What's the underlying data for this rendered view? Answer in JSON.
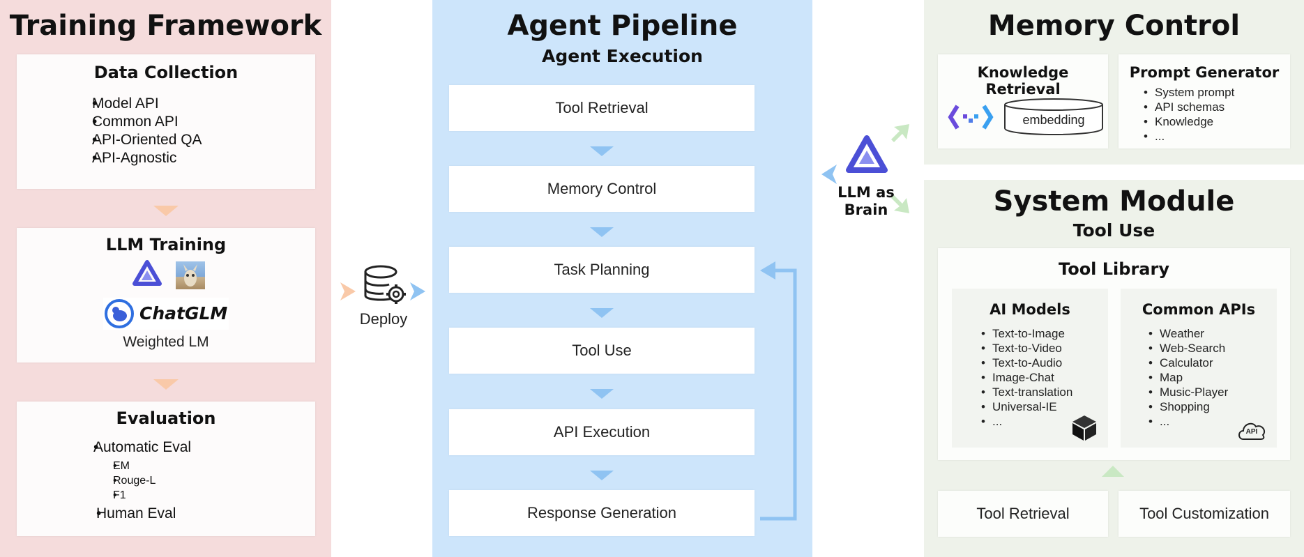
{
  "colors": {
    "training_bg": "#f5dcdc",
    "pipeline_bg": "#cde5fb",
    "memory_bg": "#eef2ea",
    "accent_blue": "#8fc3f2",
    "accent_orange": "#f9c9a8",
    "accent_green": "#c9e8c3"
  },
  "training": {
    "title": "Training Framework",
    "data_collection": {
      "title": "Data Collection",
      "items": [
        "Model API",
        "Common API",
        "API-Oriented QA",
        "API-Agnostic"
      ]
    },
    "llm_training": {
      "title": "LLM Training",
      "chatglm_logo": "ChatGLM",
      "caption": "Weighted LM",
      "icons": [
        "qwen-logo-icon",
        "llama-image-icon",
        "chatglm-logo-icon"
      ]
    },
    "evaluation": {
      "title": "Evaluation",
      "auto": "Automatic Eval",
      "auto_items": [
        "EM",
        "Rouge-L",
        "F1"
      ],
      "human": "Human Eval"
    }
  },
  "deploy": {
    "label": "Deploy",
    "icon": "database-gear-icon"
  },
  "pipeline": {
    "title": "Agent Pipeline",
    "subtitle": "Agent Execution",
    "steps": [
      "Tool Retrieval",
      "Memory Control",
      "Task Planning",
      "Tool Use",
      "API Execution",
      "Response Generation"
    ]
  },
  "brain": {
    "label_line1": "LLM as",
    "label_line2": "Brain",
    "icon": "qwen-logo-icon"
  },
  "memory": {
    "title": "Memory Control",
    "knowledge": {
      "title": "Knowledge Retrieval",
      "embedding": "embedding",
      "icon": "retrieval-brackets-icon"
    },
    "prompt": {
      "title": "Prompt Generator",
      "items": [
        "System prompt",
        "API schemas",
        "Knowledge",
        "..."
      ]
    }
  },
  "system": {
    "title": "System Module",
    "subtitle": "Tool Use",
    "library_title": "Tool Library",
    "ai_models": {
      "title": "AI Models",
      "items": [
        "Text-to-Image",
        "Text-to-Video",
        "Text-to-Audio",
        "Image-Chat",
        "Text-translation",
        "Universal-IE",
        "..."
      ],
      "icon": "cube-icon"
    },
    "common_apis": {
      "title": "Common APIs",
      "items": [
        "Weather",
        "Web-Search",
        "Calculator",
        "Map",
        "Music-Player",
        "Shopping",
        "..."
      ],
      "icon": "api-cloud-icon",
      "api_label": "API"
    },
    "tool_retrieval": "Tool Retrieval",
    "tool_customization": "Tool Customization"
  }
}
